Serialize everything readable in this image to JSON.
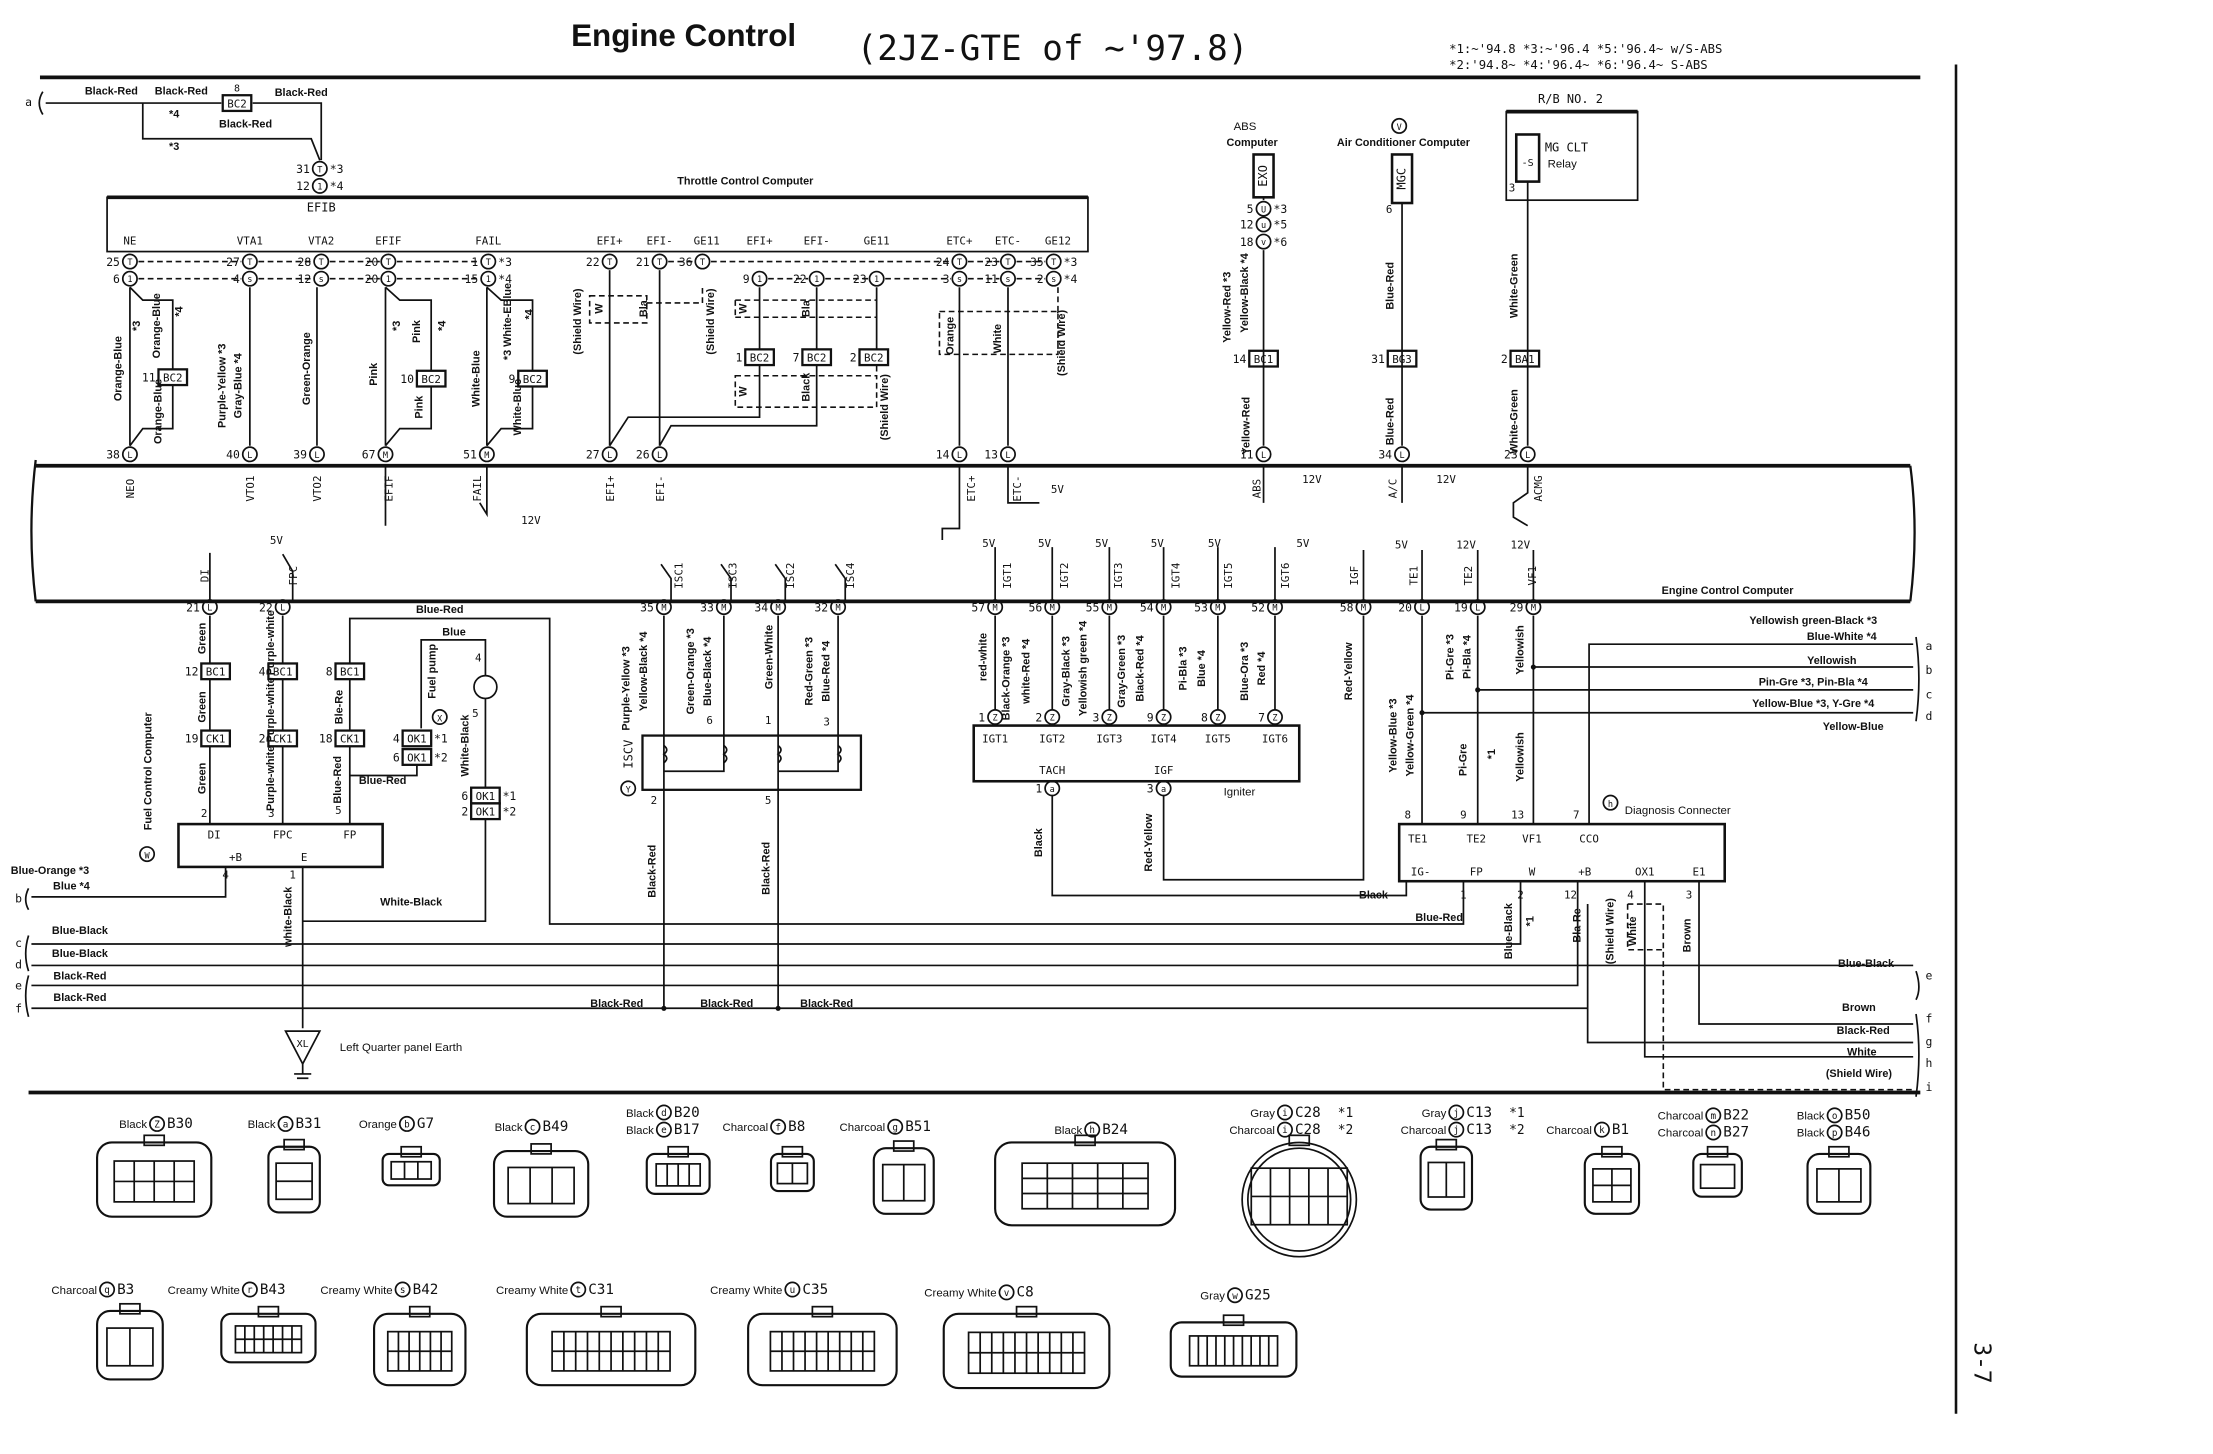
{
  "header": {
    "title": "Engine Control",
    "subtitle": "(2JZ-GTE of ~'97.8)",
    "notes": [
      "*1:~'94.8  *3:~'96.4  *5:'96.4~ w/S-ABS",
      "*2:'94.8~  *4:'96.4~  *6:'96.4~ S-ABS"
    ]
  },
  "page_number": "3-7",
  "components": {
    "throttle": "Throttle Control Computer",
    "throttle_code": "EFIB",
    "abs_line1": "ABS",
    "abs_line2": "Computer",
    "abs_code": "EXO",
    "ac": "Air Conditioner Computer",
    "ac_circle": "V",
    "ac_code": "MGC",
    "rb": "R/B NO. 2",
    "relay_name": "MG CLT",
    "relay_label": "Relay",
    "relay_coil": "-S",
    "ecu": "Engine Control Computer",
    "fuel_computer": "Fuel Control Computer",
    "fuel_circle": "W",
    "fuel_pump": "Fuel pump",
    "fuel_pump_circle": "X",
    "iscv": "ISCV",
    "iscv_circle": "Y",
    "igniter": "Igniter",
    "diag": "Diagnosis Connecter",
    "diag_circle": "h",
    "earth": "Left Quarter panel Earth",
    "earth_code": "XL"
  },
  "throttle_terminals": [
    "NE",
    "VTA1",
    "VTA2",
    "EFIF",
    "FAIL",
    "EFI+",
    "EFI-",
    "GE11",
    "EFI+",
    "EFI-",
    "GE11",
    "ETC+",
    "ETC-",
    "GE12"
  ],
  "ecu_upper_terminals": [
    "NEO",
    "VTO1",
    "VTO2",
    "EFIF",
    "FAIL",
    "EFI+",
    "EFI-",
    "ETC+",
    "ETC-",
    "ABS",
    "A/C",
    "ACMG"
  ],
  "ecu_lower_terminals": [
    "DI",
    "FPC",
    "ISC1",
    "ISC3",
    "ISC2",
    "ISC4",
    "IGT1",
    "IGT2",
    "IGT3",
    "IGT4",
    "IGT5",
    "IGT6",
    "IGF",
    "TE1",
    "TE2",
    "VF1"
  ],
  "igniter_terminals": [
    "IGT1",
    "IGT2",
    "IGT3",
    "IGT4",
    "IGT5",
    "IGT6",
    "TACH",
    "IGF"
  ],
  "fuel_terminals": [
    "DI",
    "FPC",
    "FP",
    "+B",
    "E"
  ],
  "diag_terminals": [
    "TE1",
    "TE2",
    "VF1",
    "CCO",
    "IG-",
    "FP",
    "W",
    "+B",
    "OX1",
    "E1"
  ],
  "pins": [
    {
      "n": "31",
      "c": "T",
      "s": "*3"
    },
    {
      "n": "12",
      "c": "1",
      "s": "*4"
    },
    {
      "n": "25",
      "c": "T"
    },
    {
      "n": "27",
      "c": "T"
    },
    {
      "n": "28",
      "c": "T"
    },
    {
      "n": "20",
      "c": "T"
    },
    {
      "n": "1",
      "c": "T",
      "s": "*3"
    },
    {
      "n": "22",
      "c": "T"
    },
    {
      "n": "21",
      "c": "T"
    },
    {
      "n": "36",
      "c": "T"
    },
    {
      "n": "24",
      "c": "T"
    },
    {
      "n": "23",
      "c": "T"
    },
    {
      "n": "35",
      "c": "T",
      "s": "*3"
    },
    {
      "n": "6",
      "c": "1"
    },
    {
      "n": "4",
      "c": "s"
    },
    {
      "n": "12",
      "c": "s"
    },
    {
      "n": "20",
      "c": "1"
    },
    {
      "n": "15",
      "c": "1",
      "s": "*4"
    },
    {
      "n": "9",
      "c": "1"
    },
    {
      "n": "22",
      "c": "1"
    },
    {
      "n": "23",
      "c": "1"
    },
    {
      "n": "3",
      "c": "s"
    },
    {
      "n": "11",
      "c": "s"
    },
    {
      "n": "2",
      "c": "s",
      "s": "*4"
    },
    {
      "n": "38",
      "c": "L"
    },
    {
      "n": "40",
      "c": "L"
    },
    {
      "n": "39",
      "c": "L"
    },
    {
      "n": "67",
      "c": "M"
    },
    {
      "n": "51",
      "c": "M"
    },
    {
      "n": "27",
      "c": "L"
    },
    {
      "n": "26",
      "c": "L"
    },
    {
      "n": "14",
      "c": "L"
    },
    {
      "n": "13",
      "c": "L"
    },
    {
      "n": "11",
      "c": "L"
    },
    {
      "n": "34",
      "c": "L"
    },
    {
      "n": "23",
      "c": "L"
    },
    {
      "n": "5",
      "c": "U",
      "s": "*3"
    },
    {
      "n": "12",
      "c": "u",
      "s": "*5"
    },
    {
      "n": "18",
      "c": "v",
      "s": "*6"
    },
    {
      "n": "21",
      "c": "L"
    },
    {
      "n": "22",
      "c": "L"
    },
    {
      "n": "35",
      "c": "M"
    },
    {
      "n": "33",
      "c": "M"
    },
    {
      "n": "34",
      "c": "M"
    },
    {
      "n": "32",
      "c": "M"
    },
    {
      "n": "57",
      "c": "M"
    },
    {
      "n": "56",
      "c": "M"
    },
    {
      "n": "55",
      "c": "M"
    },
    {
      "n": "54",
      "c": "M"
    },
    {
      "n": "53",
      "c": "M"
    },
    {
      "n": "52",
      "c": "M"
    },
    {
      "n": "58",
      "c": "M"
    },
    {
      "n": "20",
      "c": "L"
    },
    {
      "n": "19",
      "c": "L"
    },
    {
      "n": "29",
      "c": "M"
    },
    {
      "n": "1",
      "c": "Z"
    },
    {
      "n": "2",
      "c": "Z"
    },
    {
      "n": "3",
      "c": "Z"
    },
    {
      "n": "9",
      "c": "Z"
    },
    {
      "n": "8",
      "c": "Z"
    },
    {
      "n": "7",
      "c": "Z"
    },
    {
      "n": "1",
      "c": "a"
    },
    {
      "n": "3",
      "c": "a"
    }
  ],
  "connector_tags": [
    {
      "n": "8",
      "c": "BC2"
    },
    {
      "n": "11",
      "c": "BC2"
    },
    {
      "n": "10",
      "c": "BC2"
    },
    {
      "n": "9",
      "c": "BC2"
    },
    {
      "n": "1",
      "c": "BC2"
    },
    {
      "n": "7",
      "c": "BC2"
    },
    {
      "n": "2",
      "c": "BC2"
    },
    {
      "n": "14",
      "c": "BC1"
    },
    {
      "n": "31",
      "c": "BG3"
    },
    {
      "n": "2",
      "c": "BA1"
    },
    {
      "n": "12",
      "c": "BC1"
    },
    {
      "n": "4",
      "c": "BC1"
    },
    {
      "n": "8",
      "c": "BC1"
    },
    {
      "n": "19",
      "c": "CK1"
    },
    {
      "n": "2",
      "c": "CK1"
    },
    {
      "n": "18",
      "c": "CK1"
    },
    {
      "n": "4",
      "c": "OK1",
      "s": "*1"
    },
    {
      "n": "6",
      "c": "OK1",
      "s": "*2"
    },
    {
      "n": "6",
      "c": "OK1",
      "s": "*1"
    },
    {
      "n": "2",
      "c": "OK1",
      "s": "*2"
    }
  ],
  "terminal_numbers": [
    "3",
    "6",
    "2",
    "3",
    "5",
    "4",
    "1",
    "4",
    "5",
    "6",
    "1",
    "3",
    "2",
    "5",
    "8",
    "9",
    "13",
    "7",
    "1",
    "2",
    "12",
    "4",
    "3"
  ],
  "voltages": [
    "5V",
    "5V",
    "5V",
    "5V",
    "5V",
    "5V",
    "5V",
    "5V",
    "12V",
    "12V",
    "12V",
    "5V",
    "12V",
    "12V"
  ],
  "wire_labels": [
    "Black-Red",
    "Black-Red",
    "Black-Red",
    "Black-Red",
    "*4",
    "*3",
    "Orange-Blue",
    "*3",
    "Orange-Blue",
    "*4",
    "Orange-Blue",
    "Purple-Yellow *3",
    "Gray-Blue *4",
    "Green-Orange",
    "Pink",
    "*3",
    "Pink",
    "*4",
    "Pink",
    "White-Blue",
    "*3 White-EBlue",
    "*4",
    "White-Blue",
    "(Shield Wire)",
    "W",
    "Bla",
    "(Shield Wire)",
    "W",
    "Bla",
    "W",
    "Black",
    "(Shield Wire)",
    "Orange",
    "White",
    "(Shield Wire)",
    "Yellow-Red *3",
    "Yellow-Black *4",
    "Yellow-Red",
    "Blue-Red",
    "Blue-Red",
    "White-Green",
    "White-Green",
    "Green",
    "Green",
    "Green",
    "Purple-white",
    "Purple-white",
    "Purple-white",
    "Ble-Re",
    "Blue-Red",
    "Blue-Red",
    "Blue",
    "Blue-Red",
    "White-Black",
    "Blue-Orange *3",
    "Blue    *4",
    "white-Black",
    "White-Black",
    "Blue-Black",
    "Blue-Black",
    "Black-Red",
    "Black-Red",
    "Black-Red",
    "Black-Red",
    "Black-Red",
    "Purple-Yellow *3",
    "Yellow-Black *4",
    "Green-Orange *3",
    "Blue-Black *4",
    "Green-White",
    "Red-Green *3",
    "Blue-Red *4",
    "Black-Red",
    "Black-Red",
    "red-white",
    "Black-Orange *3",
    "white-Red *4",
    "Gray-Black *3",
    "Yellowish green *4",
    "Gray-Green *3",
    "Black-Red *4",
    "Pi-Bla *3",
    "Blue *4",
    "Blue-Ora *3",
    "Red *4",
    "Red-Yellow",
    "Black",
    "Red-Yellow",
    "Yellow-Blue *3",
    "Yellow-Green *4",
    "Pi-Gre *3",
    "Pi-Bla *4",
    "Pi-Gre",
    "*1",
    "Yellowish",
    "Yellowish",
    "Blue-Red",
    "Blue-Black",
    "*1",
    "Bla-Re",
    "(Shield Wire)",
    "White",
    "Brown",
    "Yellowish green-Black *3",
    "Blue-White *4",
    "Yellowish",
    "Pin-Gre *3, Pin-Bla *4",
    "Yellow-Blue *3, Y-Gre *4",
    "Yellow-Blue",
    "Blue-Black",
    "Brown",
    "Black-Red",
    "White",
    "(Shield Wire)",
    "Black"
  ],
  "bus_letters": [
    "a",
    "b",
    "c",
    "d",
    "e",
    "f",
    "a",
    "b",
    "c",
    "d",
    "e",
    "f",
    "g",
    "h",
    "i"
  ],
  "connectors": [
    {
      "letter": "Z",
      "code": "B30",
      "color": "Black"
    },
    {
      "letter": "a",
      "code": "B31",
      "color": "Black"
    },
    {
      "letter": "b",
      "code": "G7",
      "color": "Orange"
    },
    {
      "letter": "c",
      "code": "B49",
      "color": "Black"
    },
    {
      "letter": "d",
      "code": "B20",
      "color": "Black",
      "letter2": "e",
      "code2": "B17",
      "color2": "Black"
    },
    {
      "letter": "f",
      "code": "B8",
      "color": "Charcoal"
    },
    {
      "letter": "g",
      "code": "B51",
      "color": "Charcoal"
    },
    {
      "letter": "h",
      "code": "B24",
      "color": "Black"
    },
    {
      "letter": "i",
      "code": "C28",
      "color": "Gray",
      "note": "*1",
      "letter2": "i",
      "code2": "C28",
      "color2": "Charcoal",
      "note2": "*2"
    },
    {
      "letter": "j",
      "code": "C13",
      "color": "Gray",
      "note": "*1",
      "letter2": "j",
      "code2": "C13",
      "color2": "Charcoal",
      "note2": "*2"
    },
    {
      "letter": "k",
      "code": "B1",
      "color": "Charcoal"
    },
    {
      "letter": "m",
      "code": "B22",
      "color": "Charcoal",
      "letter2": "n",
      "code2": "B27",
      "color2": "Charcoal"
    },
    {
      "letter": "o",
      "code": "B50",
      "color": "Black",
      "letter2": "p",
      "code2": "B46",
      "color2": "Black"
    },
    {
      "letter": "q",
      "code": "B3",
      "color": "Charcoal"
    },
    {
      "letter": "r",
      "code": "B43",
      "color": "Creamy White"
    },
    {
      "letter": "s",
      "code": "B42",
      "color": "Creamy White"
    },
    {
      "letter": "t",
      "code": "C31",
      "color": "Creamy White"
    },
    {
      "letter": "u",
      "code": "C35",
      "color": "Creamy White"
    },
    {
      "letter": "v",
      "code": "C8",
      "color": "Creamy White"
    },
    {
      "letter": "w",
      "code": "G25",
      "color": "Gray"
    }
  ]
}
